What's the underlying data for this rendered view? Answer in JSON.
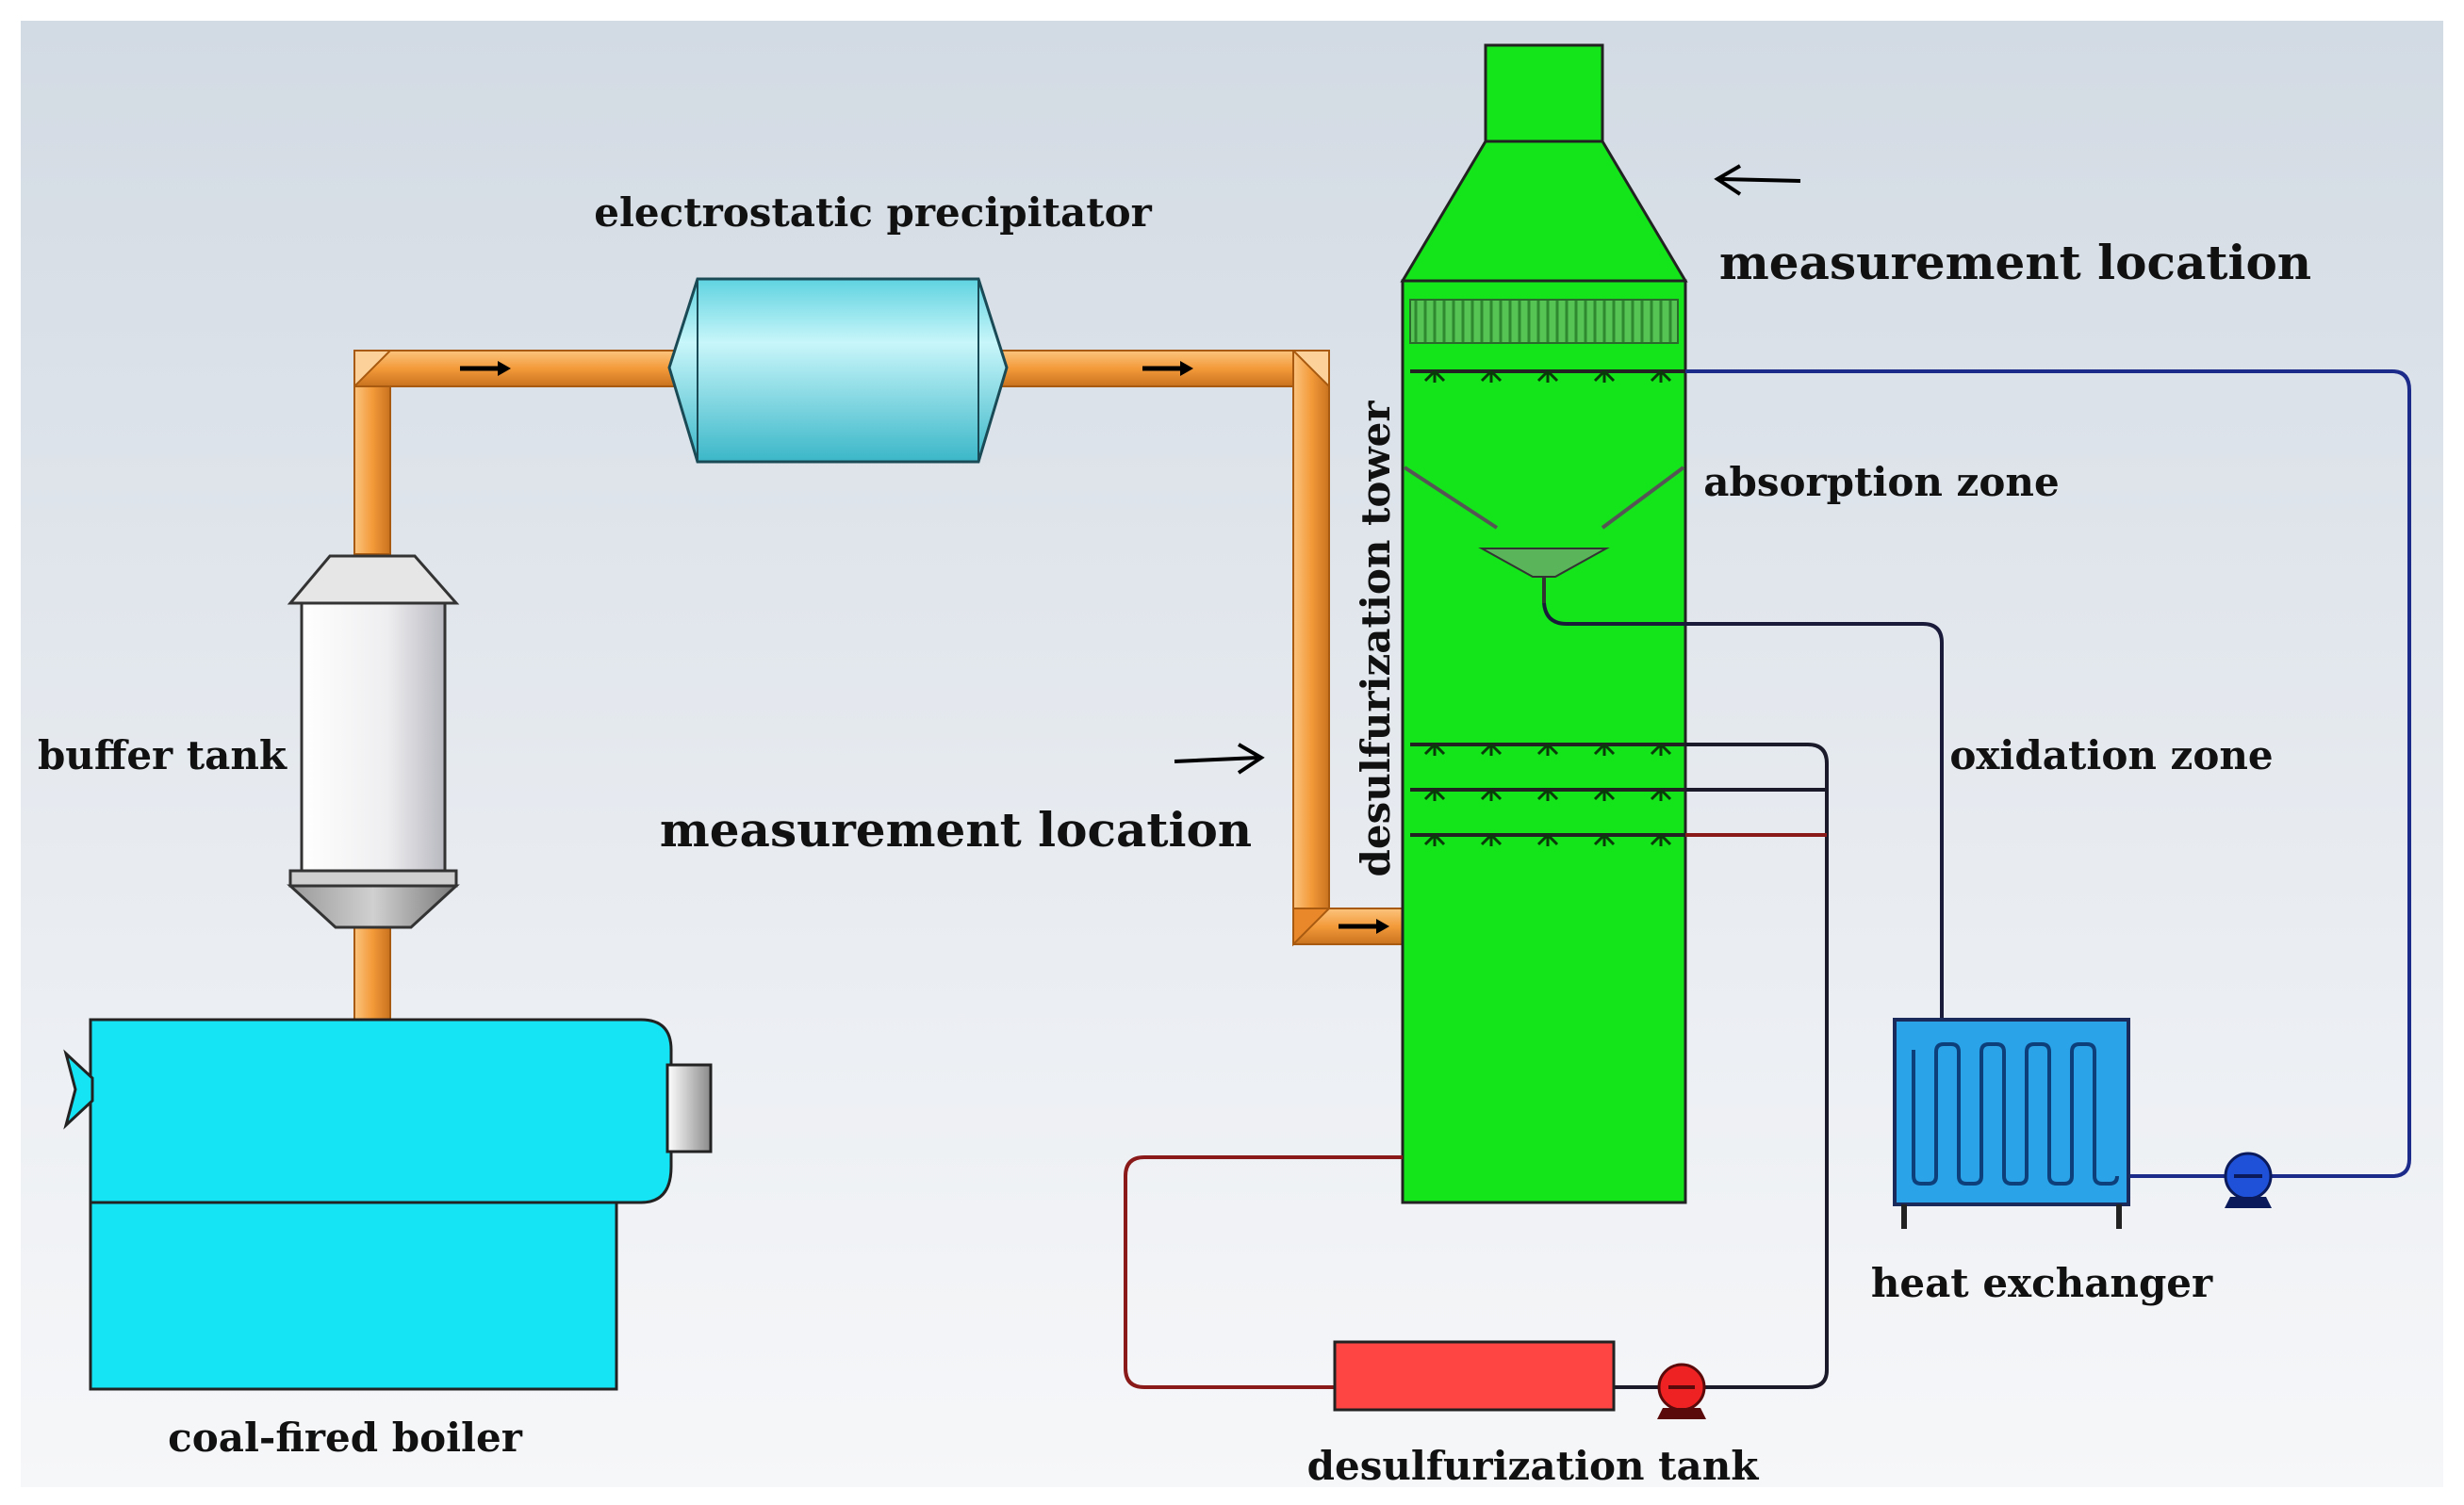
{
  "diagram": {
    "labels": {
      "electrostatic_precipitator": "electrostatic precipitator",
      "measurement_location_top": "measurement location",
      "absorption_zone": "absorption zone",
      "buffer_tank": "buffer tank",
      "oxidation_zone": "oxidation zone",
      "measurement_location_inlet": "measurement location",
      "desulfurization_tower": "desulfurization tower",
      "heat_exchanger": "heat exchanger",
      "coal_fired_boiler": "coal-fired boiler",
      "desulfurization_tank": "desulfurization tank"
    },
    "colors": {
      "background_top": "#d3dbe3",
      "background_bottom": "#f7f8fa",
      "flue_pipe": "#f7a54a",
      "tower": "#14e51a",
      "boiler": "#14e4f4",
      "precipitator": "#7fe6ee",
      "buffer_tank": "#f0f0f2",
      "heat_exchanger": "#2ba3e8",
      "desulfurization_tank": "#ff4444",
      "line_blue": "#1c2a8a",
      "line_dark": "#1a1a2a",
      "line_red": "#8a1a1a"
    }
  }
}
